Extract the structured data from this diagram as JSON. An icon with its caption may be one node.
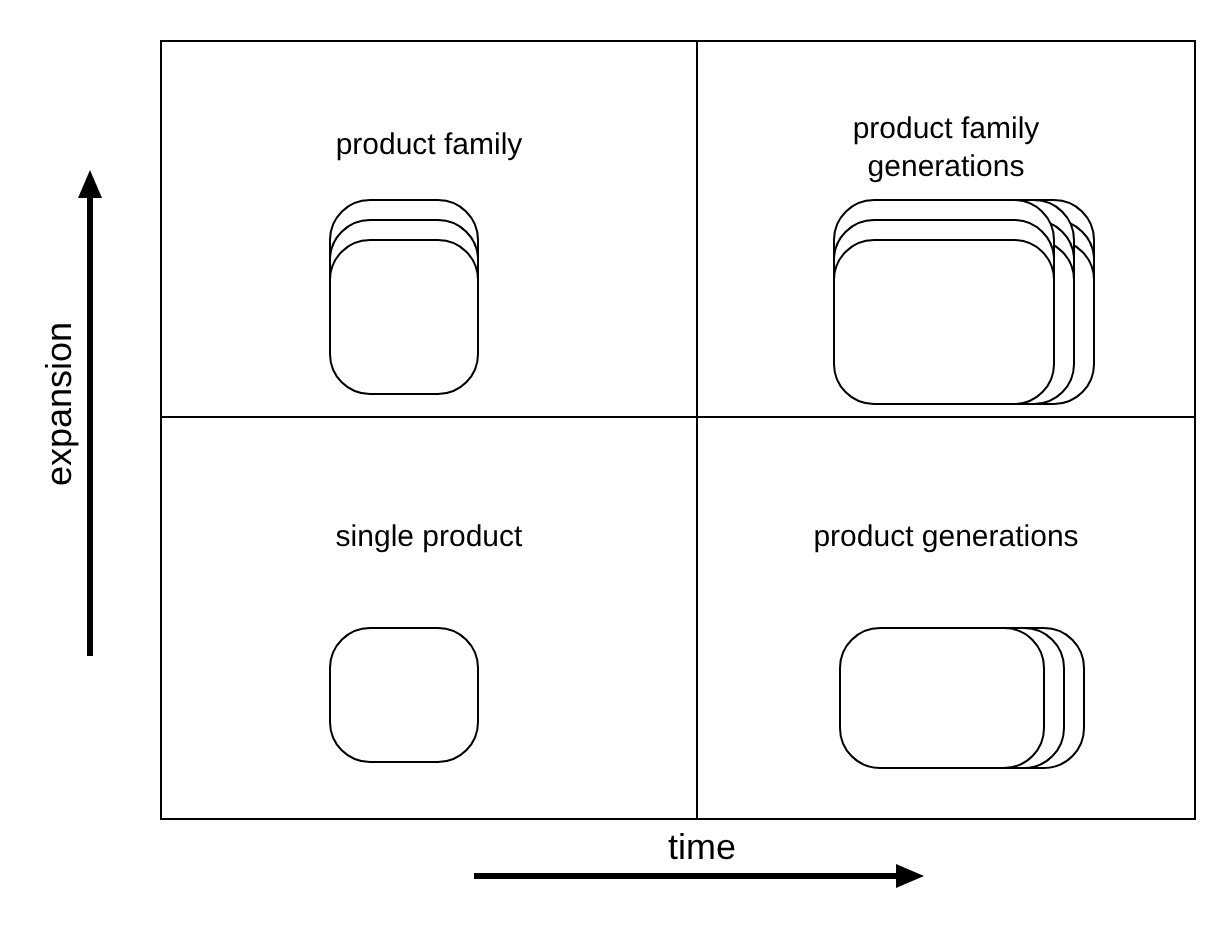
{
  "diagram": {
    "nodes": [
      {
        "text": [
          "product family"
        ]
      },
      {
        "text": [
          "product family generations"
        ]
      },
      {
        "text": [
          "single product"
        ]
      },
      {
        "text": [
          "product generations"
        ]
      }
    ],
    "edges": [],
    "labels": [
      "expansion",
      "time"
    ]
  }
}
